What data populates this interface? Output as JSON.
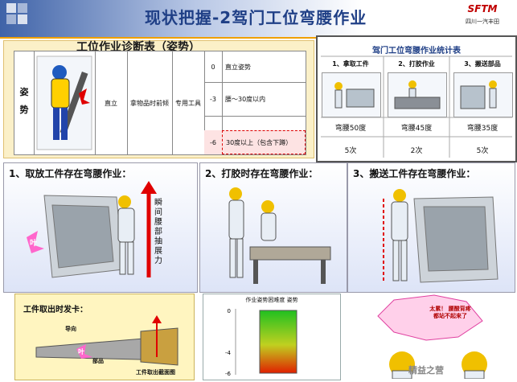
{
  "header": {
    "title": "现状把握-2驾门工位弯腰作业",
    "logo_main": "SFTM",
    "logo_sub": "四川一汽丰田"
  },
  "diagnosis": {
    "title": "工位作业诊断表（姿势）",
    "row_label_1": "姿",
    "row_label_2": "势",
    "posture": "直立",
    "lift": "拿物品时前倾",
    "tool": "专用工具",
    "scores": [
      {
        "value": "0",
        "desc": "直立姿势"
      },
      {
        "value": "-3",
        "desc": "腰～30度以内"
      },
      {
        "value": "-6",
        "desc": "30度以上（包含下蹲）"
      }
    ]
  },
  "stats": {
    "title": "驾门工位弯腰作业统计表",
    "items": [
      {
        "head": "1、拿取工件",
        "angle": "弯腰50度",
        "count": "5次"
      },
      {
        "head": "2、打胶作业",
        "angle": "弯腰45度",
        "count": "2次"
      },
      {
        "head": "3、搬送部品",
        "angle": "弯腰35度",
        "count": "5次"
      }
    ]
  },
  "panels": [
    {
      "title": "1、取放工件存在弯腰作业：",
      "note": "瞬间腰部抽展力",
      "cry": "叶"
    },
    {
      "title": "2、打胶时存在弯腰作业："
    },
    {
      "title": "3、搬送工件存在弯腰作业："
    }
  ],
  "card": {
    "title": "工件取出时发卡：",
    "label_guide": "导向",
    "label_part": "部品",
    "label_section": "工件取出截面图",
    "cry": "叶"
  },
  "chart": {
    "title": "作业姿势困难度 姿势",
    "ticks": [
      "0",
      "-4",
      "-6"
    ]
  },
  "chart_data": {
    "type": "bar",
    "title": "作业姿势困难度 姿势",
    "categories": [
      ""
    ],
    "values": [
      -6
    ],
    "ylim": [
      -6,
      0
    ],
    "yticks": [
      "0",
      "-4",
      "-6"
    ]
  },
  "cartoon": {
    "burst": "太累！ 腰酸背疼 都站不起来了",
    "watermark": "精益之营"
  },
  "colors": {
    "header_blue": "#3f63a8",
    "accent_orange": "#f0a000",
    "danger_red": "#e00000"
  }
}
